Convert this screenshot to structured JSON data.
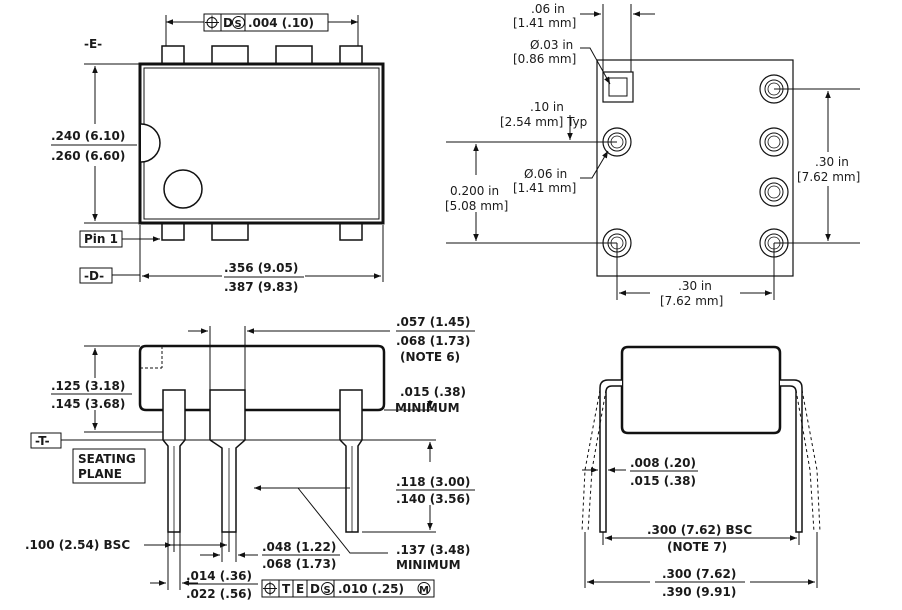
{
  "top_left": {
    "position_tol": ".004 (.10)",
    "frame_d": "D",
    "frame_s": "S",
    "datum_e": "-E-",
    "height_min": ".240 (6.10)",
    "height_max": ".260 (6.60)",
    "pin1": "Pin 1",
    "datum_d": "-D-",
    "length_min": ".356 (9.05)",
    "length_max": ".387 (9.83)"
  },
  "top_right": {
    "pad_w_in": ".06 in",
    "pad_w_mm": "[1.41 mm]",
    "sq_dia_in": "Ø.03 in",
    "sq_dia_mm": "[0.86 mm]",
    "pitch_in": ".10 in",
    "pitch_mm": "[2.54 mm] Typ",
    "hole_dia_in": "Ø.06 in",
    "hole_dia_mm": "[1.41 mm]",
    "span_in": "0.200 in",
    "span_mm": "[5.08 mm]",
    "row_in": ".30 in",
    "row_mm": "[7.62 mm]",
    "bottom_in": ".30 in",
    "bottom_mm": "[7.62 mm]"
  },
  "bottom_left": {
    "lead_top_min": ".057 (1.45)",
    "lead_top_max": ".068 (1.73)",
    "note6": "(NOTE 6)",
    "body_min": ".125 (3.18)",
    "body_max": ".145 (3.68)",
    "standoff": ".015 (.38)",
    "standoff_label": "MINIMUM",
    "datum_t": "-T-",
    "seating1": "SEATING",
    "seating2": "PLANE",
    "lead_len_min": ".118 (3.00)",
    "lead_len_max": ".140 (3.56)",
    "pitch": ".100 (2.54) BSC",
    "shoulder_min": ".048 (1.22)",
    "shoulder_max": ".068 (1.73)",
    "seat_min": ".137 (3.48)",
    "seat_label": "MINIMUM",
    "lead_w_min": ".014 (.36)",
    "lead_w_max": ".022 (.56)",
    "frame_t": "T",
    "frame_e": "E",
    "frame_d": "D",
    "frame_s": "S",
    "frame_tol": ".010 (.25)",
    "frame_m": "M"
  },
  "bottom_right": {
    "thick_min": ".008 (.20)",
    "thick_max": ".015 (.38)",
    "row_bsc": ".300 (7.62) BSC",
    "note7": "(NOTE 7)",
    "spread_min": ".300 (7.62)",
    "spread_max": ".390 (9.91)"
  }
}
